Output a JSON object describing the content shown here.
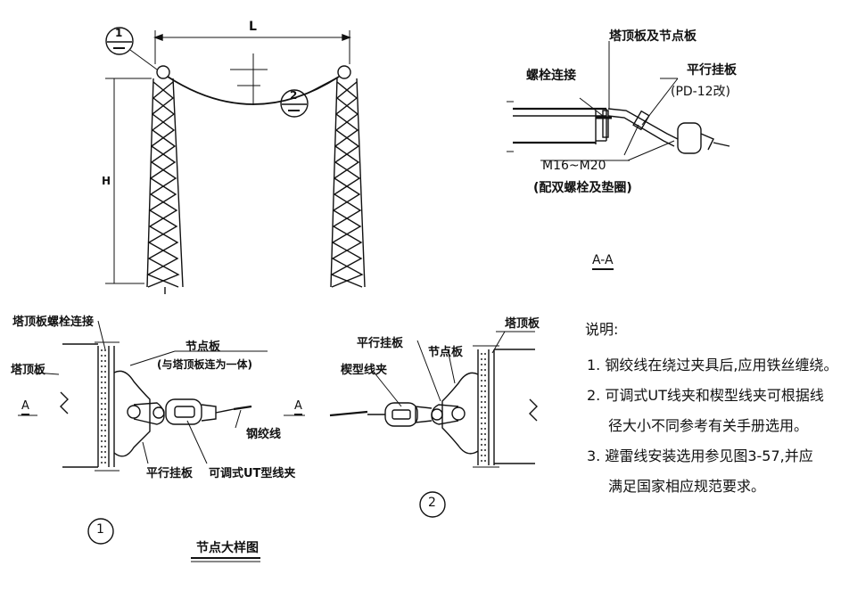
{
  "overview": {
    "span_label": "L",
    "height_label": "H",
    "callout_1": "1",
    "callout_2": "2"
  },
  "section_aa": {
    "title": "A-A",
    "tower_top_plate_and_node_plate": "塔顶板及节点板",
    "bolt_connection": "螺栓连接",
    "parallel_hanging_plate": "平行挂板",
    "parallel_hanging_plate_model": "(PD-12改)",
    "bolt_size": "M16~M20",
    "bolt_note": "(配双螺栓及垫圈)"
  },
  "detail_1": {
    "tower_top_plate_bolt_connection": "塔顶板螺栓连接",
    "tower_top_plate": "塔顶板",
    "section_mark": "A",
    "node_plate": "节点板",
    "node_plate_note": "(与塔顶板连为一体)",
    "steel_strand": "钢绞线",
    "parallel_hanging_plate": "平行挂板",
    "ut_clamp": "可调式UT型线夹",
    "number": "1"
  },
  "detail_2": {
    "parallel_hanging_plate": "平行挂板",
    "node_plate": "节点板",
    "tower_top_plate": "塔顶板",
    "wedge_clamp": "楔型线夹",
    "section_mark": "A",
    "number": "2"
  },
  "detail_title": "节点大样图",
  "notes": {
    "heading": "说明:",
    "line1": "1. 钢绞线在绕过夹具后,应用铁丝缠绕。",
    "line2": "2. 可调式UT线夹和楔型线夹可根据线",
    "line3": "径大小不同参考有关手册选用。",
    "line4": "3. 避雷线安装选用参见图3-57,并应",
    "line5": "满足国家相应规范要求。"
  }
}
